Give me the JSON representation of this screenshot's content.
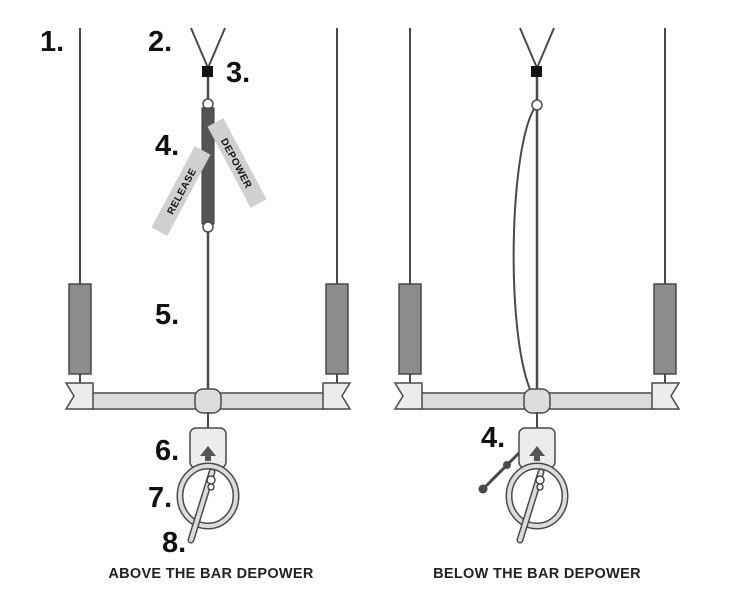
{
  "labels": {
    "n1": "1.",
    "n2": "2.",
    "n3": "3.",
    "n4": "4.",
    "n5": "5.",
    "n6": "6.",
    "n7": "7.",
    "n8": "8.",
    "n4b": "4."
  },
  "tags": {
    "release": "RELEASE",
    "depower": "DEPOWER"
  },
  "captions": {
    "left": "ABOVE THE BAR DEPOWER",
    "right": "BELOW THE BAR DEPOWER"
  },
  "colors": {
    "line": "#4a4a4a",
    "float": "#8c8c8c",
    "dark_sleeve": "#555555",
    "bar_fill": "#dcdcdc",
    "tag_fill": "#d0d0d0"
  }
}
